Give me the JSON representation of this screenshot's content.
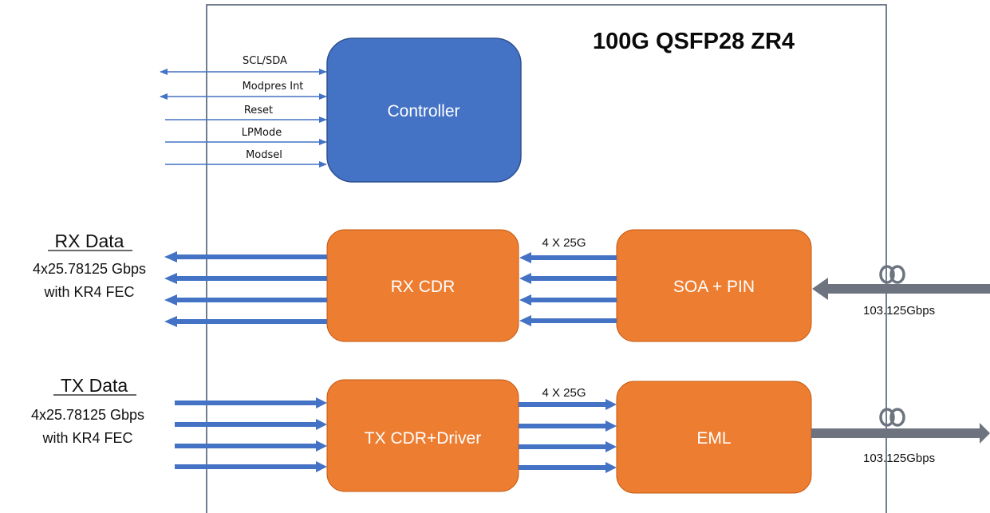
{
  "title": "100G QSFP28 ZR4",
  "blocks": {
    "controller": "Controller",
    "rx_cdr": "RX CDR",
    "soa_pin": "SOA + PIN",
    "tx_cdr": "TX CDR+Driver",
    "eml": "EML"
  },
  "control_signals": [
    "SCL/SDA",
    "Modpres Int",
    "Reset",
    "LPMode",
    "Modsel"
  ],
  "rx": {
    "title": "RX Data",
    "rate": "4x25.78125  Gbps",
    "fec": "with KR4 FEC",
    "lanes_label": "4 X 25G",
    "line_rate": "103.125Gbps"
  },
  "tx": {
    "title": "TX Data",
    "rate": "4x25.78125  Gbps",
    "fec": "with KR4 FEC",
    "lanes_label": "4 X 25G",
    "line_rate": "103.125Gbps"
  },
  "colors": {
    "controller": "#4472c4",
    "orange": "#ed7d31",
    "lane_blue": "#4472c4",
    "fiber_gray": "#6d7480",
    "frame": "#44546a"
  }
}
